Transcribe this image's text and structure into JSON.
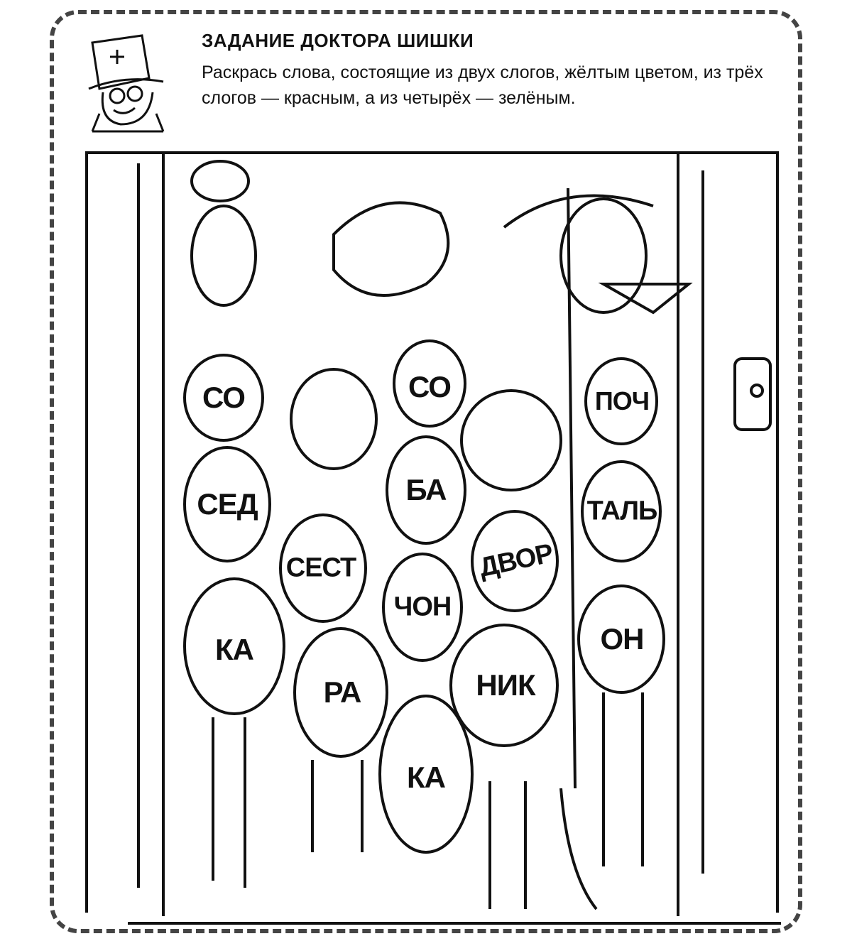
{
  "header": {
    "title": "ЗАДАНИЕ ДОКТОРА ШИШКИ",
    "instruction": "Раскрась слова, состоящие из двух слогов, жёлтым цветом, из трёх слогов — красным, а из четырёх — зелёным."
  },
  "characters": [
    {
      "name": "woman",
      "syllables": [
        "СО",
        "СЕД",
        "КА"
      ]
    },
    {
      "name": "girl",
      "syllables": [
        "СЕСТ",
        "РА"
      ]
    },
    {
      "name": "dog",
      "syllables": [
        "СО",
        "БА",
        "ЧОН",
        "КА"
      ]
    },
    {
      "name": "janitor",
      "syllables": [
        "ДВОР",
        "НИК"
      ]
    },
    {
      "name": "postman",
      "syllables": [
        "ПОЧ",
        "ТАЛЬ",
        "ОН"
      ]
    }
  ]
}
